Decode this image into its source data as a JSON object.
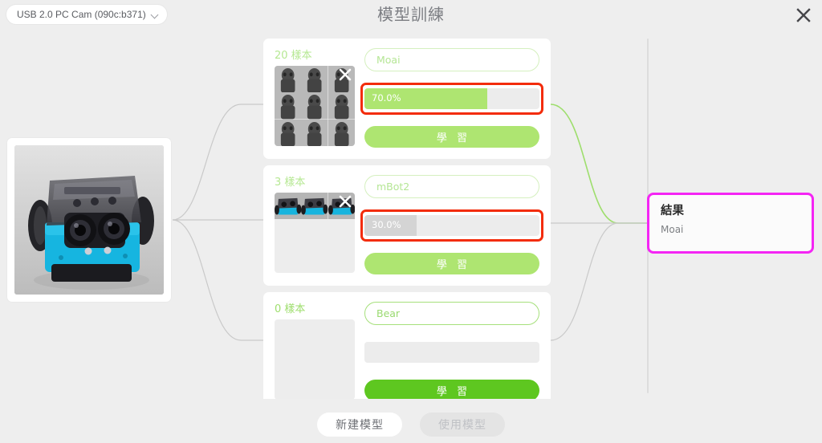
{
  "header": {
    "title": "模型訓練",
    "camera": {
      "label": "USB 2.0 PC Cam (090c:b371)",
      "chevron_icon": "chevron-down-icon"
    },
    "close_icon": "close-icon"
  },
  "preview": {
    "name": "camera-preview",
    "subject": "mBot2 robot"
  },
  "cards": [
    {
      "sample_count": "20 樣本",
      "name_value": "Moai",
      "name_placeholder": "Moai",
      "progress_label": "70.0%",
      "progress_percent": 70.0,
      "progress_color": "#aee571",
      "progress_highlighted": true,
      "learn_label": "學 習",
      "learn_active": false,
      "thumbnail_subject": "moai",
      "thumbnail_count": 9,
      "thumbnail_cols": 3,
      "delete_icon": "close-icon",
      "emphasis": false
    },
    {
      "sample_count": "3 樣本",
      "name_value": "mBot2",
      "name_placeholder": "mBot2",
      "progress_label": "30.0%",
      "progress_percent": 30.0,
      "progress_color": "#d4d4d4",
      "progress_highlighted": true,
      "learn_label": "學 習",
      "learn_active": false,
      "thumbnail_subject": "mbot",
      "thumbnail_count": 3,
      "thumbnail_cols": 3,
      "delete_icon": "close-icon",
      "emphasis": false
    },
    {
      "sample_count": "0 樣本",
      "name_value": "Bear",
      "name_placeholder": "Bear",
      "progress_label": "",
      "progress_percent": 0,
      "progress_color": "#ececec",
      "progress_highlighted": false,
      "learn_label": "學 習",
      "learn_active": true,
      "thumbnail_subject": "none",
      "thumbnail_count": 0,
      "thumbnail_cols": 3,
      "delete_icon": "close-icon",
      "emphasis": true
    }
  ],
  "result": {
    "title": "結果",
    "value": "Moai",
    "border_color": "#f425f4"
  },
  "footer": {
    "new_model_label": "新建模型",
    "use_model_label": "使用模型",
    "use_model_disabled": true
  },
  "colors": {
    "background": "#eeeeee",
    "accent_green": "#aee571",
    "active_green": "#5ec720",
    "highlight_red": "#f32c0b",
    "result_magenta": "#f425f4",
    "connector_gray": "#c9c9c9"
  }
}
